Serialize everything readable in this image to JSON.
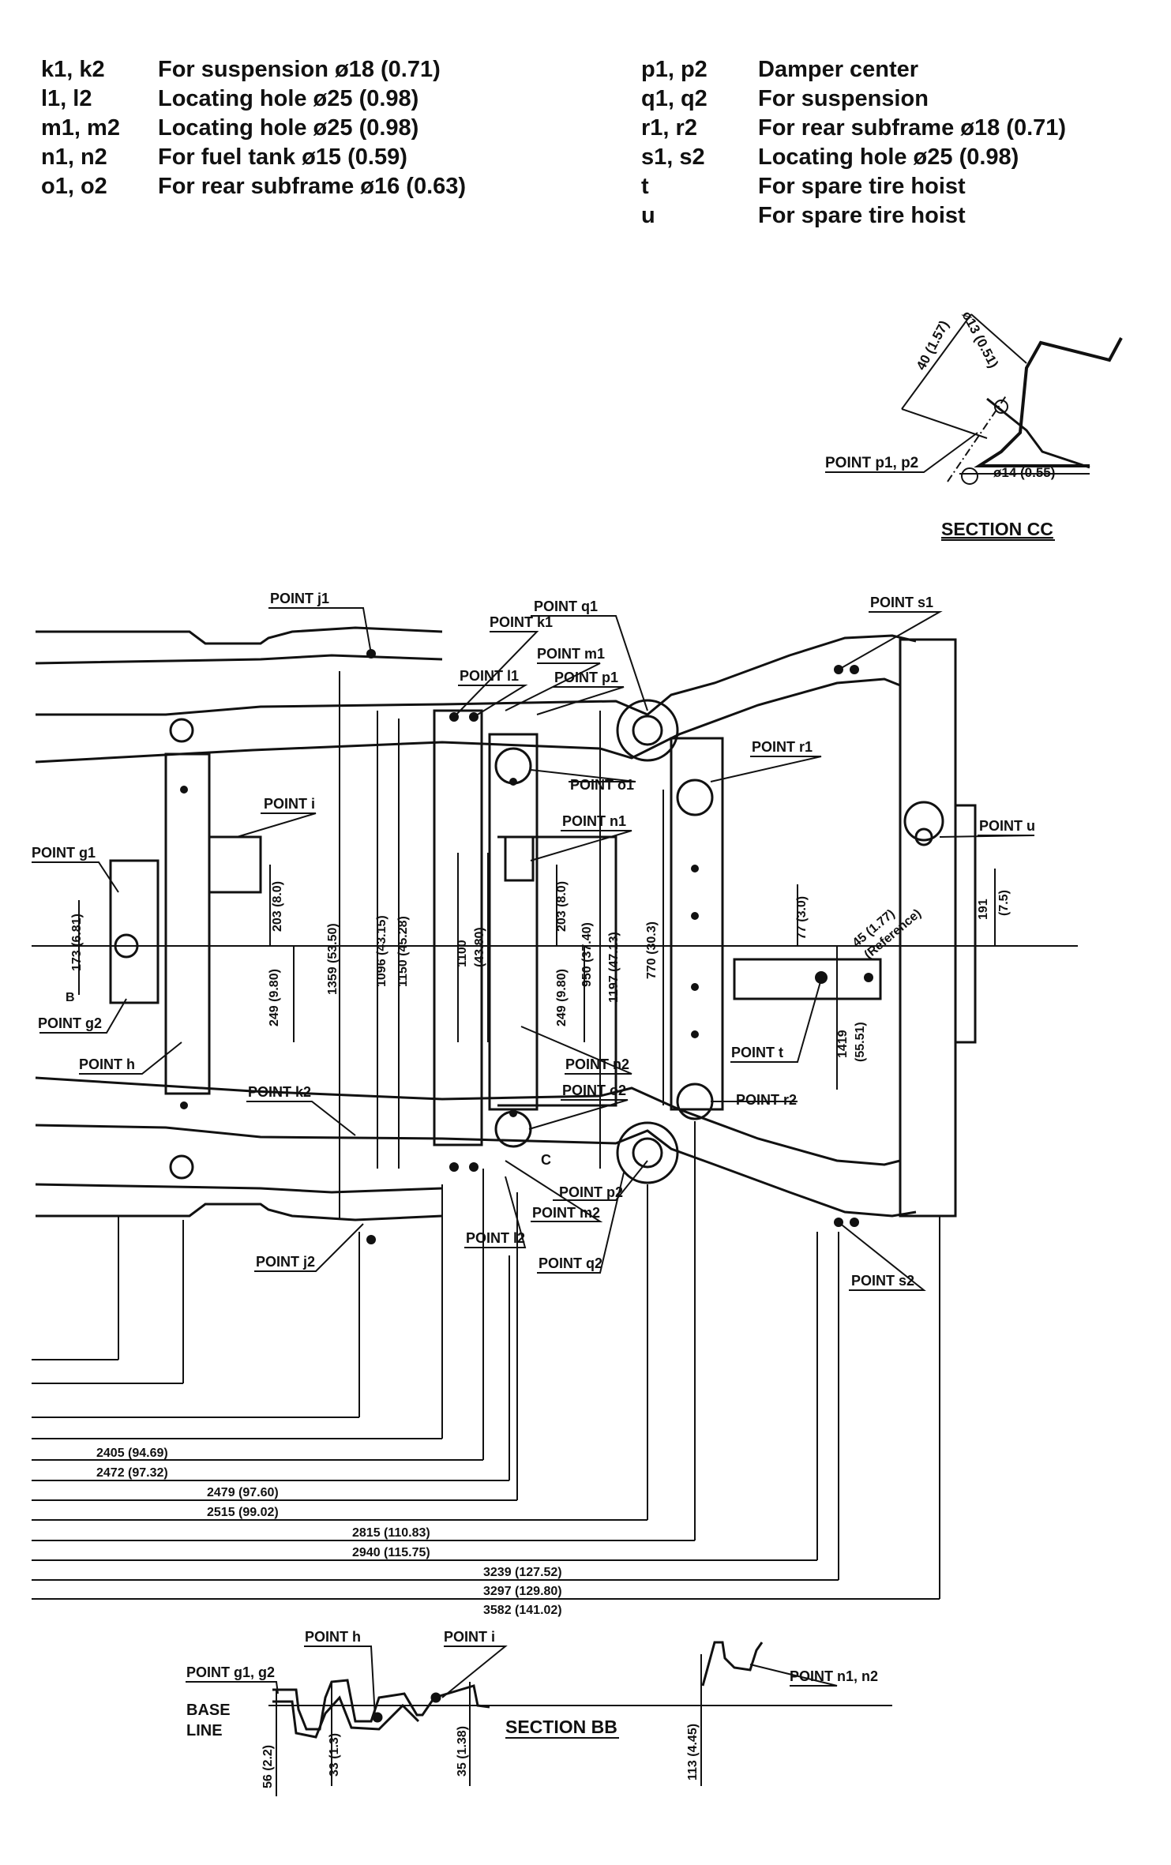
{
  "legend_left": [
    {
      "code": "k1, k2",
      "desc": "For suspension ø18 (0.71)"
    },
    {
      "code": "l1, l2",
      "desc": "Locating hole ø25 (0.98)"
    },
    {
      "code": "m1, m2",
      "desc": "Locating hole ø25 (0.98)"
    },
    {
      "code": "n1, n2",
      "desc": "For fuel tank ø15 (0.59)"
    },
    {
      "code": "o1, o2",
      "desc": "For rear subframe ø16 (0.63)"
    }
  ],
  "legend_right": [
    {
      "code": "p1, p2",
      "desc": "Damper center"
    },
    {
      "code": "q1, q2",
      "desc": "For suspension"
    },
    {
      "code": "r1, r2",
      "desc": "For rear subframe ø18 (0.71)"
    },
    {
      "code": "s1, s2",
      "desc": "Locating hole ø25 (0.98)"
    },
    {
      "code": "t",
      "desc": "For spare tire hoist"
    },
    {
      "code": "u",
      "desc": "For spare tire hoist"
    }
  ],
  "section_cc": {
    "title": "SECTION CC",
    "point_label": "POINT p1, p2",
    "dim_40": "40 (1.57)",
    "dim_13": "ø13 (0.51)",
    "dim_14": "ø14 (0.55)"
  },
  "points": {
    "j1": "POINT j1",
    "k1": "POINT k1",
    "q1": "POINT q1",
    "s1": "POINT s1",
    "m1": "POINT m1",
    "l1": "POINT l1",
    "p1": "POINT p1",
    "r1": "POINT r1",
    "o1": "POINT o1",
    "i": "POINT i",
    "n1": "POINT n1",
    "u": "POINT u",
    "g1": "POINT g1",
    "g2": "POINT g2",
    "h": "POINT h",
    "t": "POINT t",
    "n2": "POINT n2",
    "k2": "POINT k2",
    "o2": "POINT o2",
    "r2": "POINT r2",
    "p2": "POINT p2",
    "m2": "POINT m2",
    "l2": "POINT l2",
    "j2": "POINT j2",
    "q2": "POINT q2",
    "s2": "POINT s2"
  },
  "vertical_dims": {
    "d173": "173 (6.81)",
    "d203": "203 (8.0)",
    "d249a": "249 (9.80)",
    "d1359": "1359 (53.50)",
    "d1096": "1096 (43.15)",
    "d1150": "1150 (45.28)",
    "d1100": "1100",
    "d1100b": "(43.80)",
    "d203b": "203 (8.0)",
    "d950": "950 (37.40)",
    "d249b": "249 (9.80)",
    "d1197": "1197 (47.13)",
    "d770": "770 (30.3)",
    "d77": "77 (3.0)",
    "d45": "45 (1.77)",
    "ref": "(Reference)",
    "d1419": "1419",
    "d1419b": "(55.51)",
    "d191": "191",
    "d191b": "(7.5)",
    "mark_B": "B",
    "mark_C": "C"
  },
  "horizontal_dims": [
    "2405 (94.69)",
    "2472 (97.32)",
    "2479 (97.60)",
    "2515 (99.02)",
    "2815 (110.83)",
    "2940 (115.75)",
    "3239 (127.52)",
    "3297 (129.80)",
    "3582 (141.02)"
  ],
  "section_bb": {
    "title": "SECTION BB",
    "base_line_1": "BASE",
    "base_line_2": "LINE",
    "point_g": "POINT g1, g2",
    "point_h": "POINT h",
    "point_i": "POINT i",
    "point_n": "POINT n1, n2",
    "dim_56": "56 (2.2)",
    "dim_33": "33 (1.3)",
    "dim_35": "35 (1.38)",
    "dim_113": "113 (4.45)"
  }
}
